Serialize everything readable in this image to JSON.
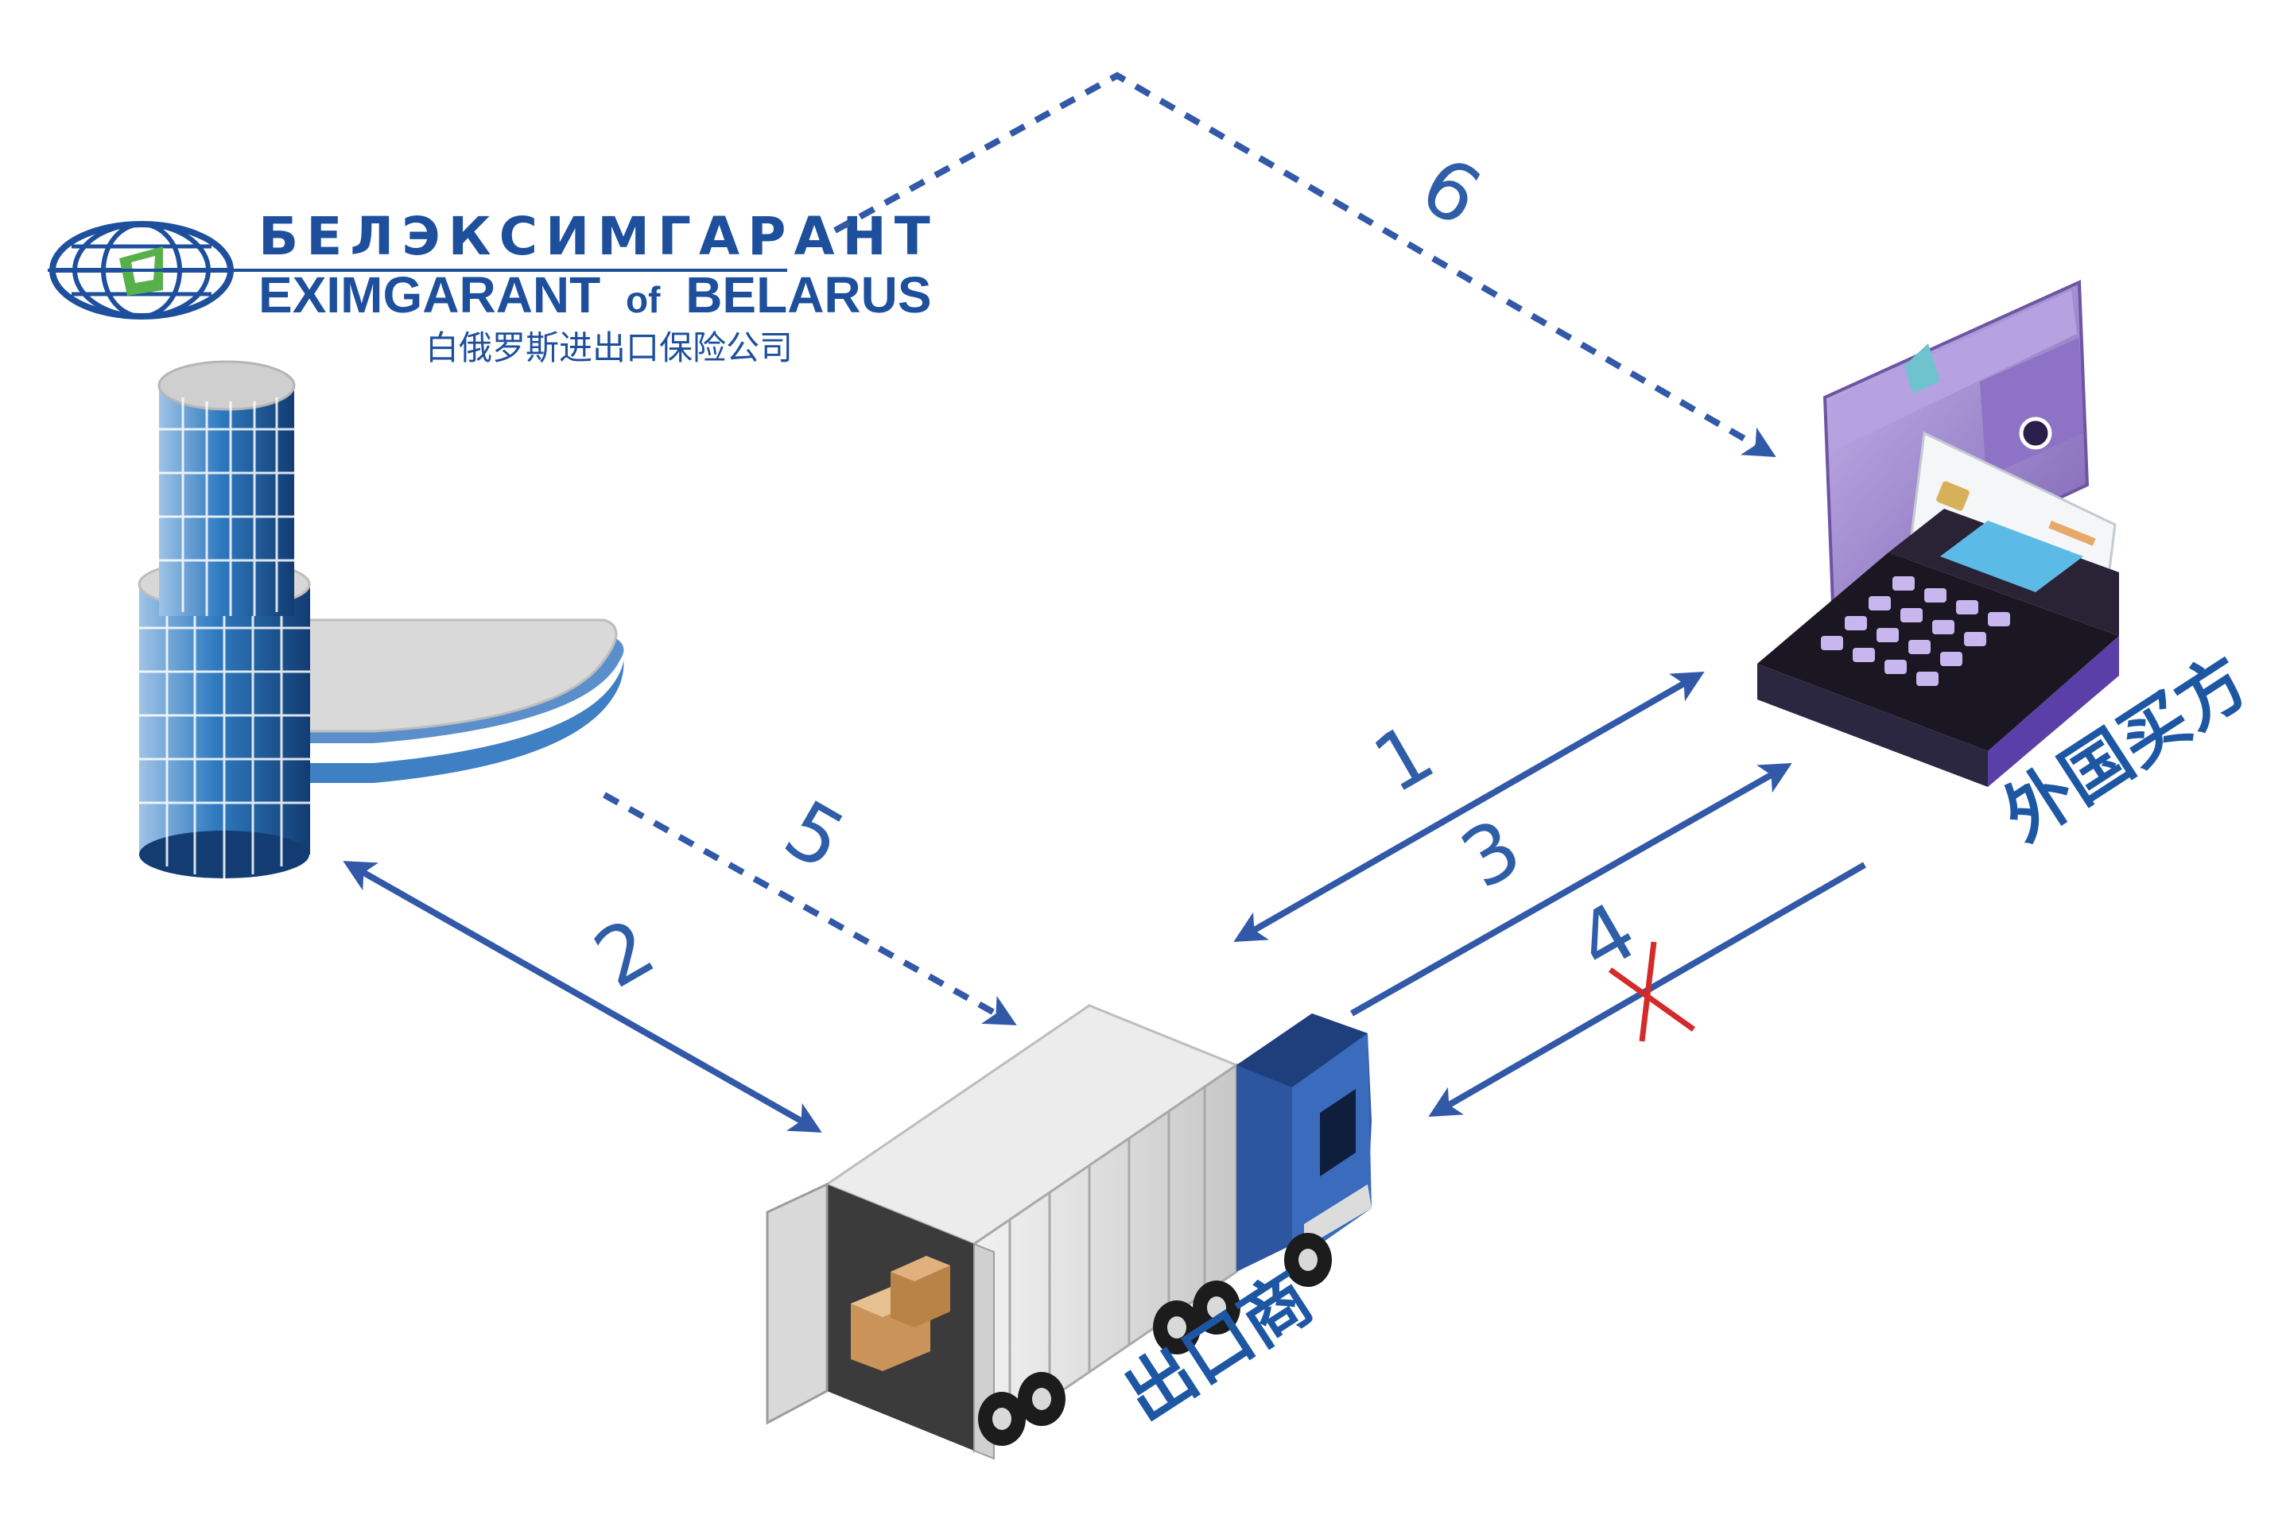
{
  "logo": {
    "russian_name": "БЕЛЭКСИМГАРАНТ",
    "english_name_main": "EXIMGARANT",
    "english_name_of": "of",
    "english_name_country": "BELARUS",
    "chinese_name": "白俄罗斯进出口保险公司"
  },
  "parties": {
    "exporter": "出口商",
    "foreign_buyer": "外国买方"
  },
  "steps": {
    "s1": "1",
    "s2": "2",
    "s3": "3",
    "s4": "4",
    "s5": "5",
    "s6": "6"
  },
  "colors": {
    "arrow": "#3159a8",
    "cross": "#d42a2a",
    "logo": "#1d4f9c",
    "building_glass": "#2a6fb4",
    "wallet": "#9b83c6",
    "truck_cab": "#2d56a1"
  }
}
